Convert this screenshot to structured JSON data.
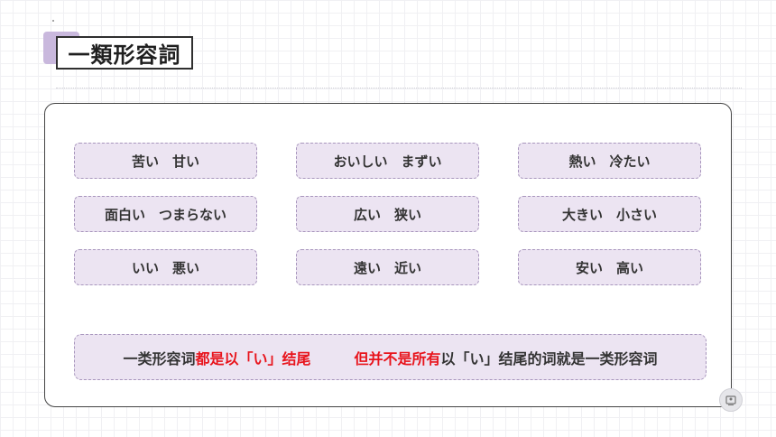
{
  "slide": {
    "title": "一類形容詞",
    "pairs": [
      "苦い　甘い",
      "おいしい　まずい",
      "熱い　冷たい",
      "面白い　つまらない",
      "広い　狭い",
      "大きい　小さい",
      "いい　悪い",
      "遠い　近い",
      "安い　高い"
    ],
    "note": {
      "part1": "一类形容词",
      "part2_red": "都是以「い」结尾",
      "gap": "　　　",
      "part3_red": "但并不是所有",
      "part4": "以「い」结尾的词就是一类形容词"
    },
    "colors": {
      "box_fill": "#ece4f2",
      "box_border": "#a896bd",
      "highlight": "#e8141c",
      "accent": "#c9b8dd"
    },
    "icons": [
      "accessibility-icon"
    ]
  }
}
